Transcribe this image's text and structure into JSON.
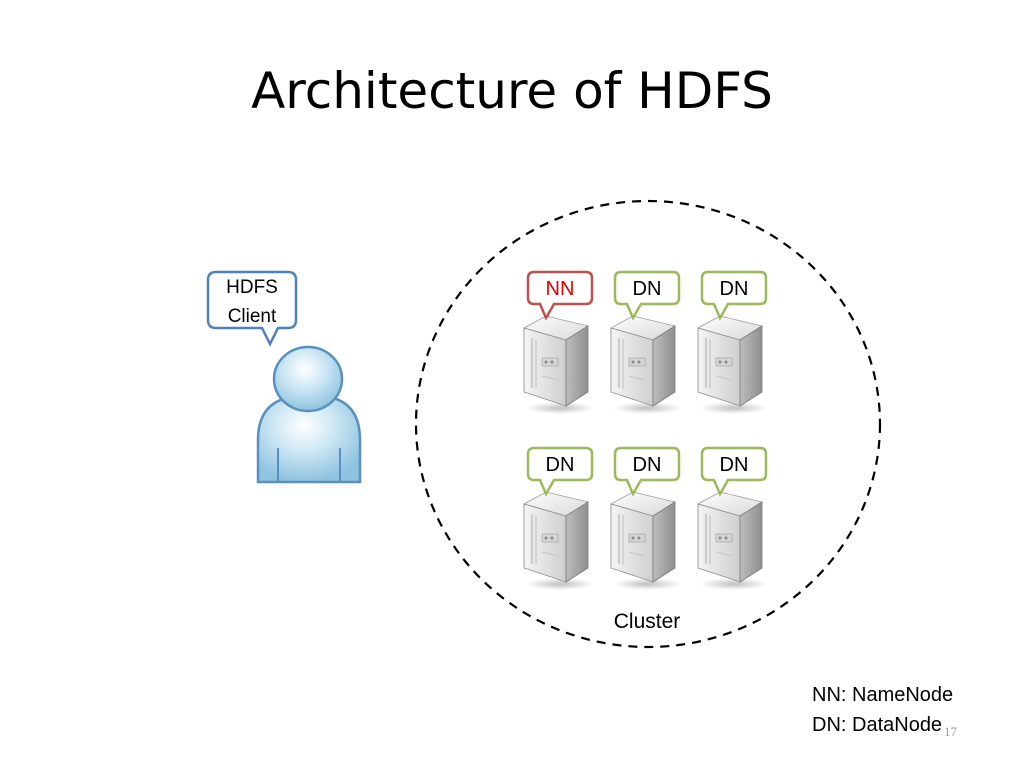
{
  "slide": {
    "title": "Architecture of HDFS",
    "client": {
      "label_line1": "HDFS",
      "label_line2": "Client"
    },
    "cluster": {
      "label": "Cluster",
      "nodes": [
        {
          "label": "NN",
          "color": "#c0504d",
          "text_color": "#e00000"
        },
        {
          "label": "DN",
          "color": "#9bbb59",
          "text_color": "#000000"
        },
        {
          "label": "DN",
          "color": "#9bbb59",
          "text_color": "#000000"
        },
        {
          "label": "DN",
          "color": "#9bbb59",
          "text_color": "#000000"
        },
        {
          "label": "DN",
          "color": "#9bbb59",
          "text_color": "#000000"
        },
        {
          "label": "DN",
          "color": "#9bbb59",
          "text_color": "#000000"
        }
      ]
    },
    "legend": {
      "nn": "NN: NameNode",
      "dn": "DN: DataNode"
    },
    "page_number": "17"
  },
  "colors": {
    "client_bubble_border": "#4f81bd",
    "person_fill": "#b9dbed",
    "person_stroke": "#5a8fc1"
  }
}
